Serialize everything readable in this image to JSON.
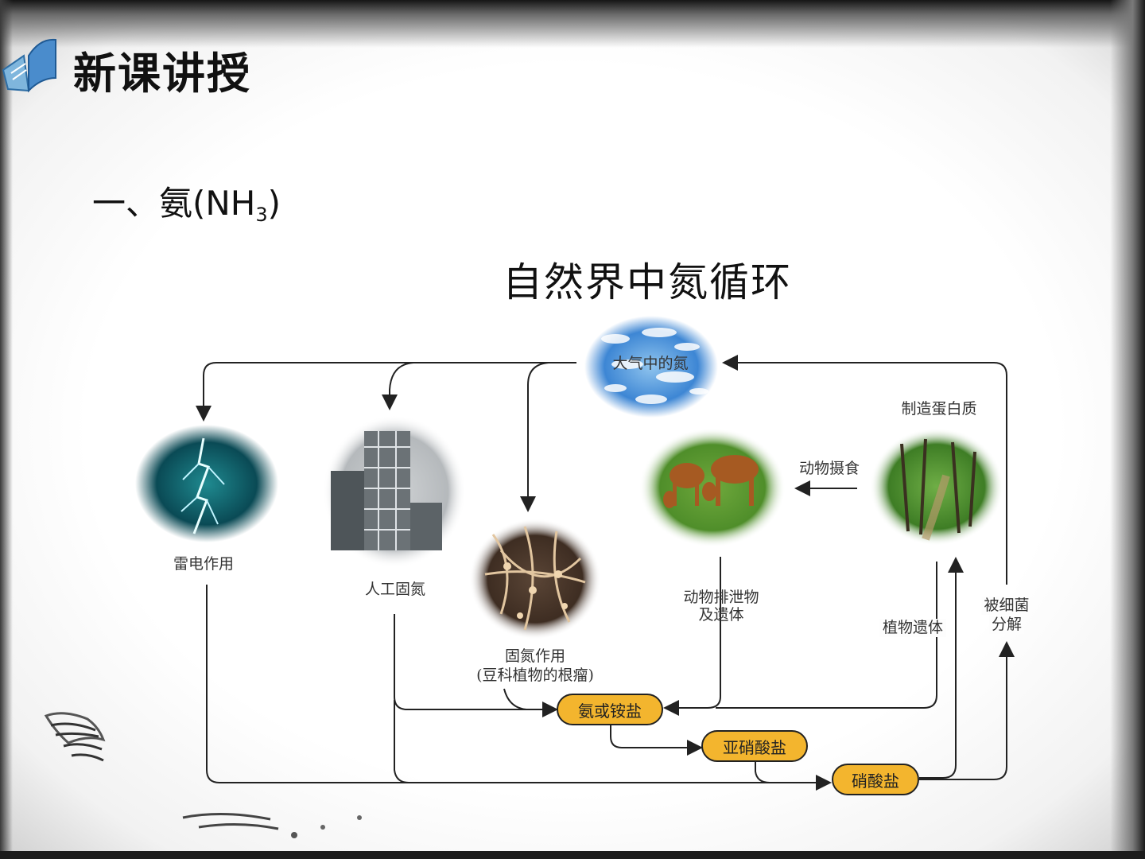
{
  "header": {
    "title": "新课讲授"
  },
  "section": {
    "prefix": "一、氨(NH",
    "subscript": "3",
    "suffix": ")"
  },
  "diagram": {
    "title": "自然界中氮循环",
    "nodes": {
      "atmosphere": "大气中的氮",
      "lightning": "雷电作用",
      "industrial": "人工固氮",
      "nodules_line1": "固氮作用",
      "nodules_line2": "(豆科植物的根瘤)",
      "animal_waste_line1": "动物排泄物",
      "animal_waste_line2": "及遗体",
      "make_protein": "制造蛋白质",
      "animal_feeding": "动物摄食",
      "plant_remains": "植物遗体",
      "bacteria_line1": "被细菌",
      "bacteria_line2": "分解"
    },
    "compounds": {
      "ammonia": "氨或铵盐",
      "nitrite": "亚硝酸盐",
      "nitrate": "硝酸盐"
    },
    "colors": {
      "compound_fill": "#f3b52e",
      "line": "#222222"
    }
  }
}
